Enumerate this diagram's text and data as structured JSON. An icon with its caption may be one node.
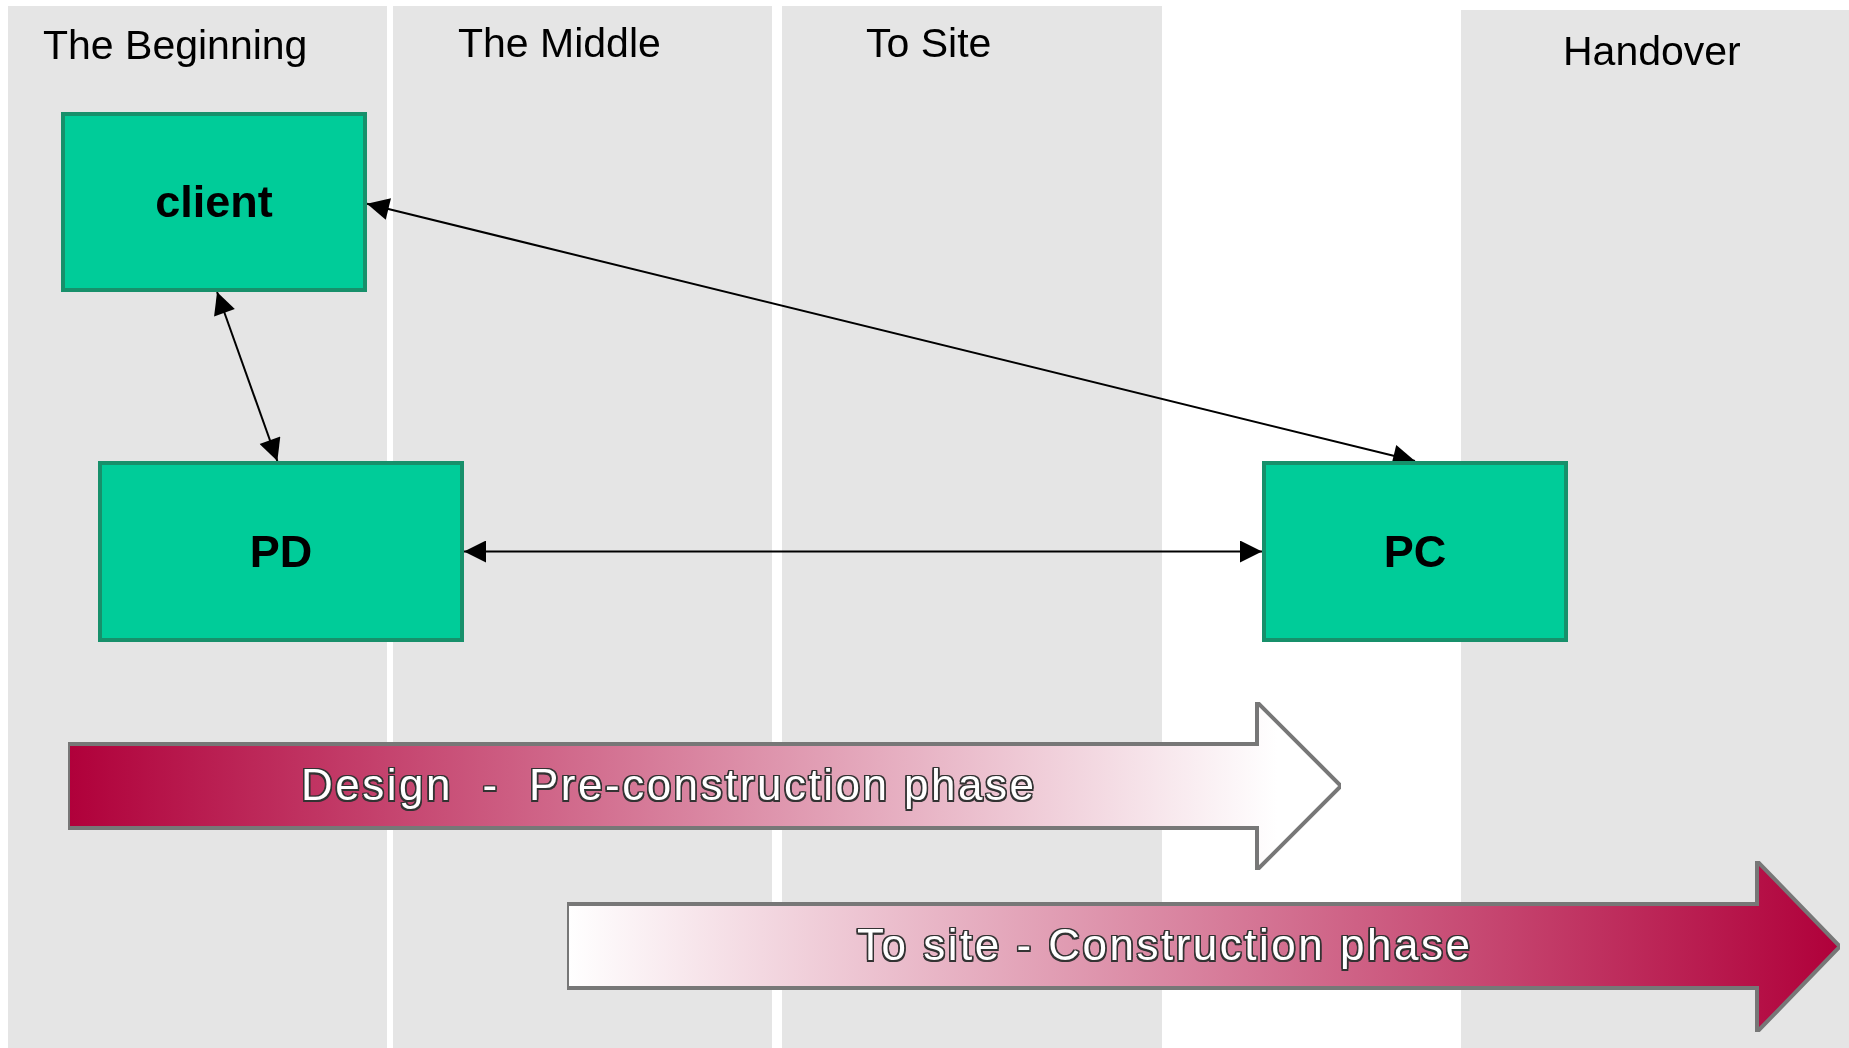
{
  "diagram": {
    "nodes": [
      {
        "text": [
          "client"
        ]
      },
      {
        "text": [
          "PD"
        ]
      },
      {
        "text": [
          "PC"
        ]
      }
    ],
    "edges": [
      {
        "from": 0,
        "to": 1,
        "arrow": "both"
      },
      {
        "from": 0,
        "to": 2,
        "arrow": "both"
      },
      {
        "from": 1,
        "to": 2,
        "arrow": "both"
      }
    ],
    "labels": [
      "The Beginning",
      "The Middle",
      "To Site",
      "Handover",
      "Design  -  Pre-construction phase",
      "To site - Construction phase"
    ]
  }
}
